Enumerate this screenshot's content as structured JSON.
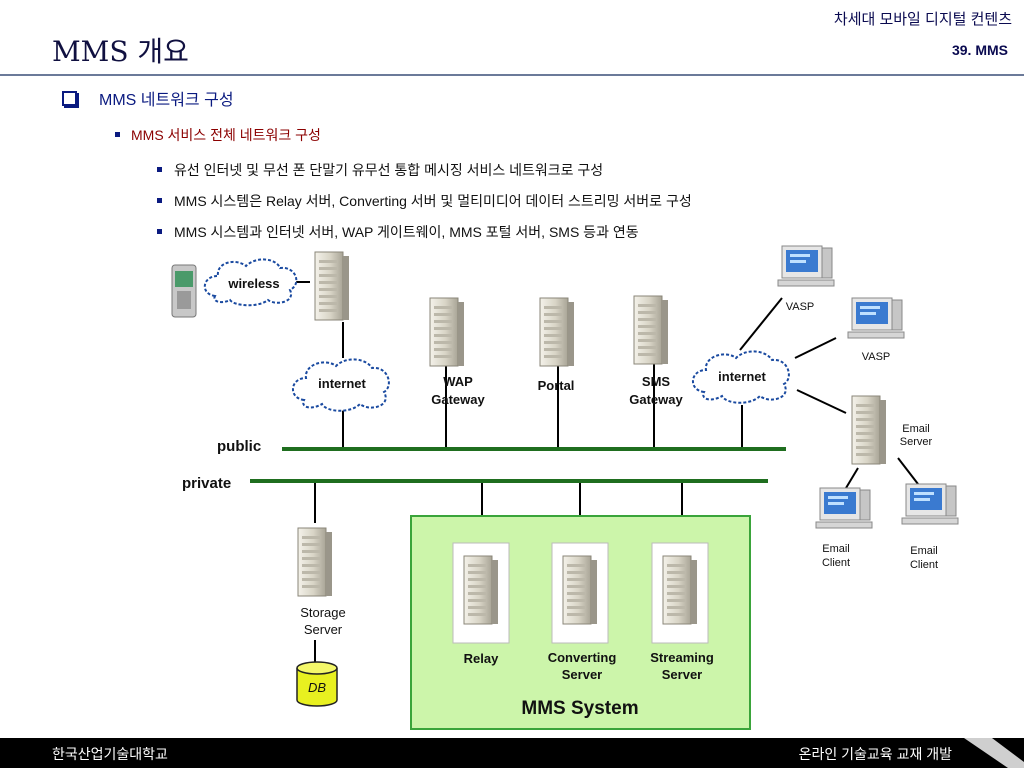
{
  "header": {
    "course": "차세대 모바일 디지털 컨텐츠",
    "chapter": "39. MMS",
    "title": "MMS 개요"
  },
  "outline": {
    "level1": "MMS 네트워크 구성",
    "level2": "MMS 서비스 전체 네트워크 구성",
    "level3": [
      "유선 인터넷 및 무선 폰 단말기 유무선 통합 메시징 서비스 네트워크로 구성",
      "MMS 시스템은 Relay 서버, Converting 서버 및 멀티미디어 데이터 스트리밍 서버로 구성",
      "MMS 시스템과 인터넷 서버, WAP 게이트웨이, MMS 포털 서버, SMS 등과 연동"
    ]
  },
  "diagram": {
    "clouds": {
      "wireless": "wireless",
      "internet_left": "internet",
      "internet_right": "internet"
    },
    "bus": {
      "public": "public",
      "private": "private"
    },
    "gateways": {
      "wap": [
        "WAP",
        "Gateway"
      ],
      "portal": "Portal",
      "sms": [
        "SMS",
        "Gateway"
      ]
    },
    "vasp": [
      "VASP",
      "VASP"
    ],
    "email_server": [
      "Email",
      "Server"
    ],
    "email_client": [
      "Email",
      "Client"
    ],
    "storage": [
      "Storage",
      "Server"
    ],
    "db": "DB",
    "mms_system": {
      "title": "MMS System",
      "relay": "Relay",
      "converting": [
        "Converting",
        "Server"
      ],
      "streaming": [
        "Streaming",
        "Server"
      ]
    },
    "colors": {
      "bus": "#1f6e1f",
      "mms_box_fill": "#ccf5aa",
      "mms_box_border": "#3aa43a",
      "cloud_border": "#1a4aa0",
      "db_fill": "#e8f020"
    }
  },
  "footer": {
    "left": "한국산업기술대학교",
    "right": "온라인 기술교육 교재 개발"
  }
}
